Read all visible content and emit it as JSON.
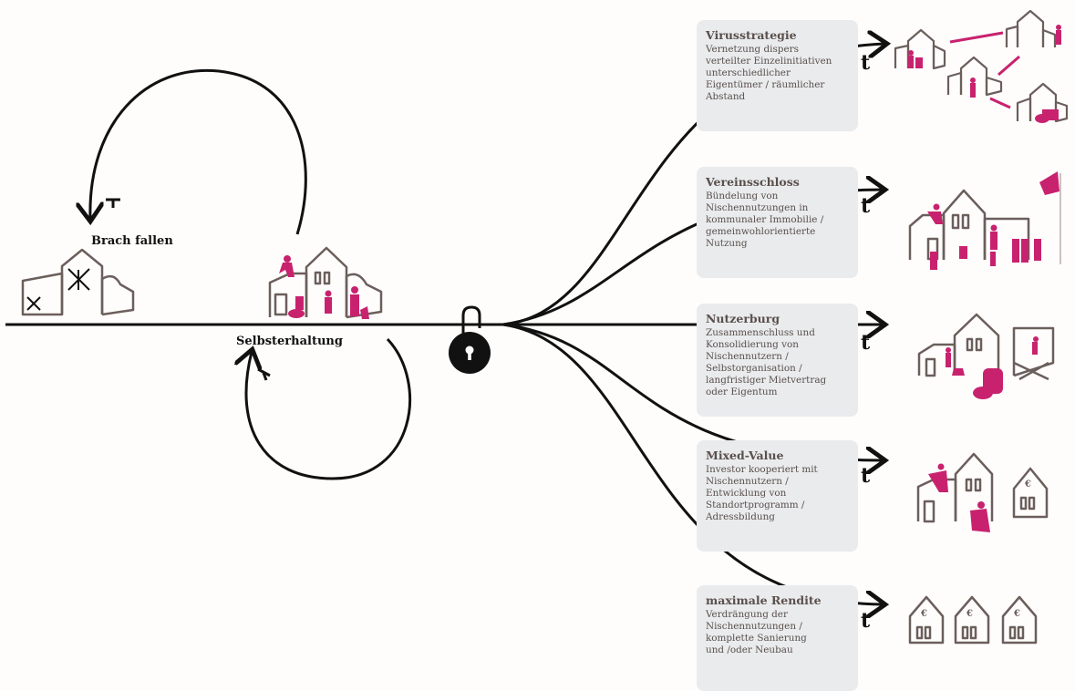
{
  "labels": {
    "brach": "Brach fallen",
    "selbst": "Selbsterhaltung"
  },
  "time_symbol": "t",
  "scenarios": [
    {
      "title": "Virusstrategie",
      "text": "Vernetzung dispers\nverteilter Einzelinitiativen\nunterschiedlicher\nEigentümer / räumlicher\nAbstand"
    },
    {
      "title": "Vereinsschloss",
      "text": "Bündelung von\nNischennutzungen in\nkommunaler Immobilie /\ngemeinwohlorientierte\nNutzung"
    },
    {
      "title": "Nutzerburg",
      "text": "Zusammenschluss und\nKonsolidierung von\nNischennutzern /\nSelbstorganisation /\nlangfristiger Mietvertrag\noder Eigentum"
    },
    {
      "title": "Mixed-Value",
      "text": "Investor kooperiert mit\nNischennutzern /\nEntwicklung von\nStandortprogramm /\nAdressbildung"
    },
    {
      "title": "maximale Rendite",
      "text": "Verdrängung der\nNischennutzungen /\nkomplette Sanierung\nund /oder Neubau"
    }
  ],
  "currency_symbol": "€",
  "colors": {
    "line": "#111111",
    "house": "#6b5f5b",
    "accent": "#c8226e",
    "box": "#e9ebed"
  }
}
